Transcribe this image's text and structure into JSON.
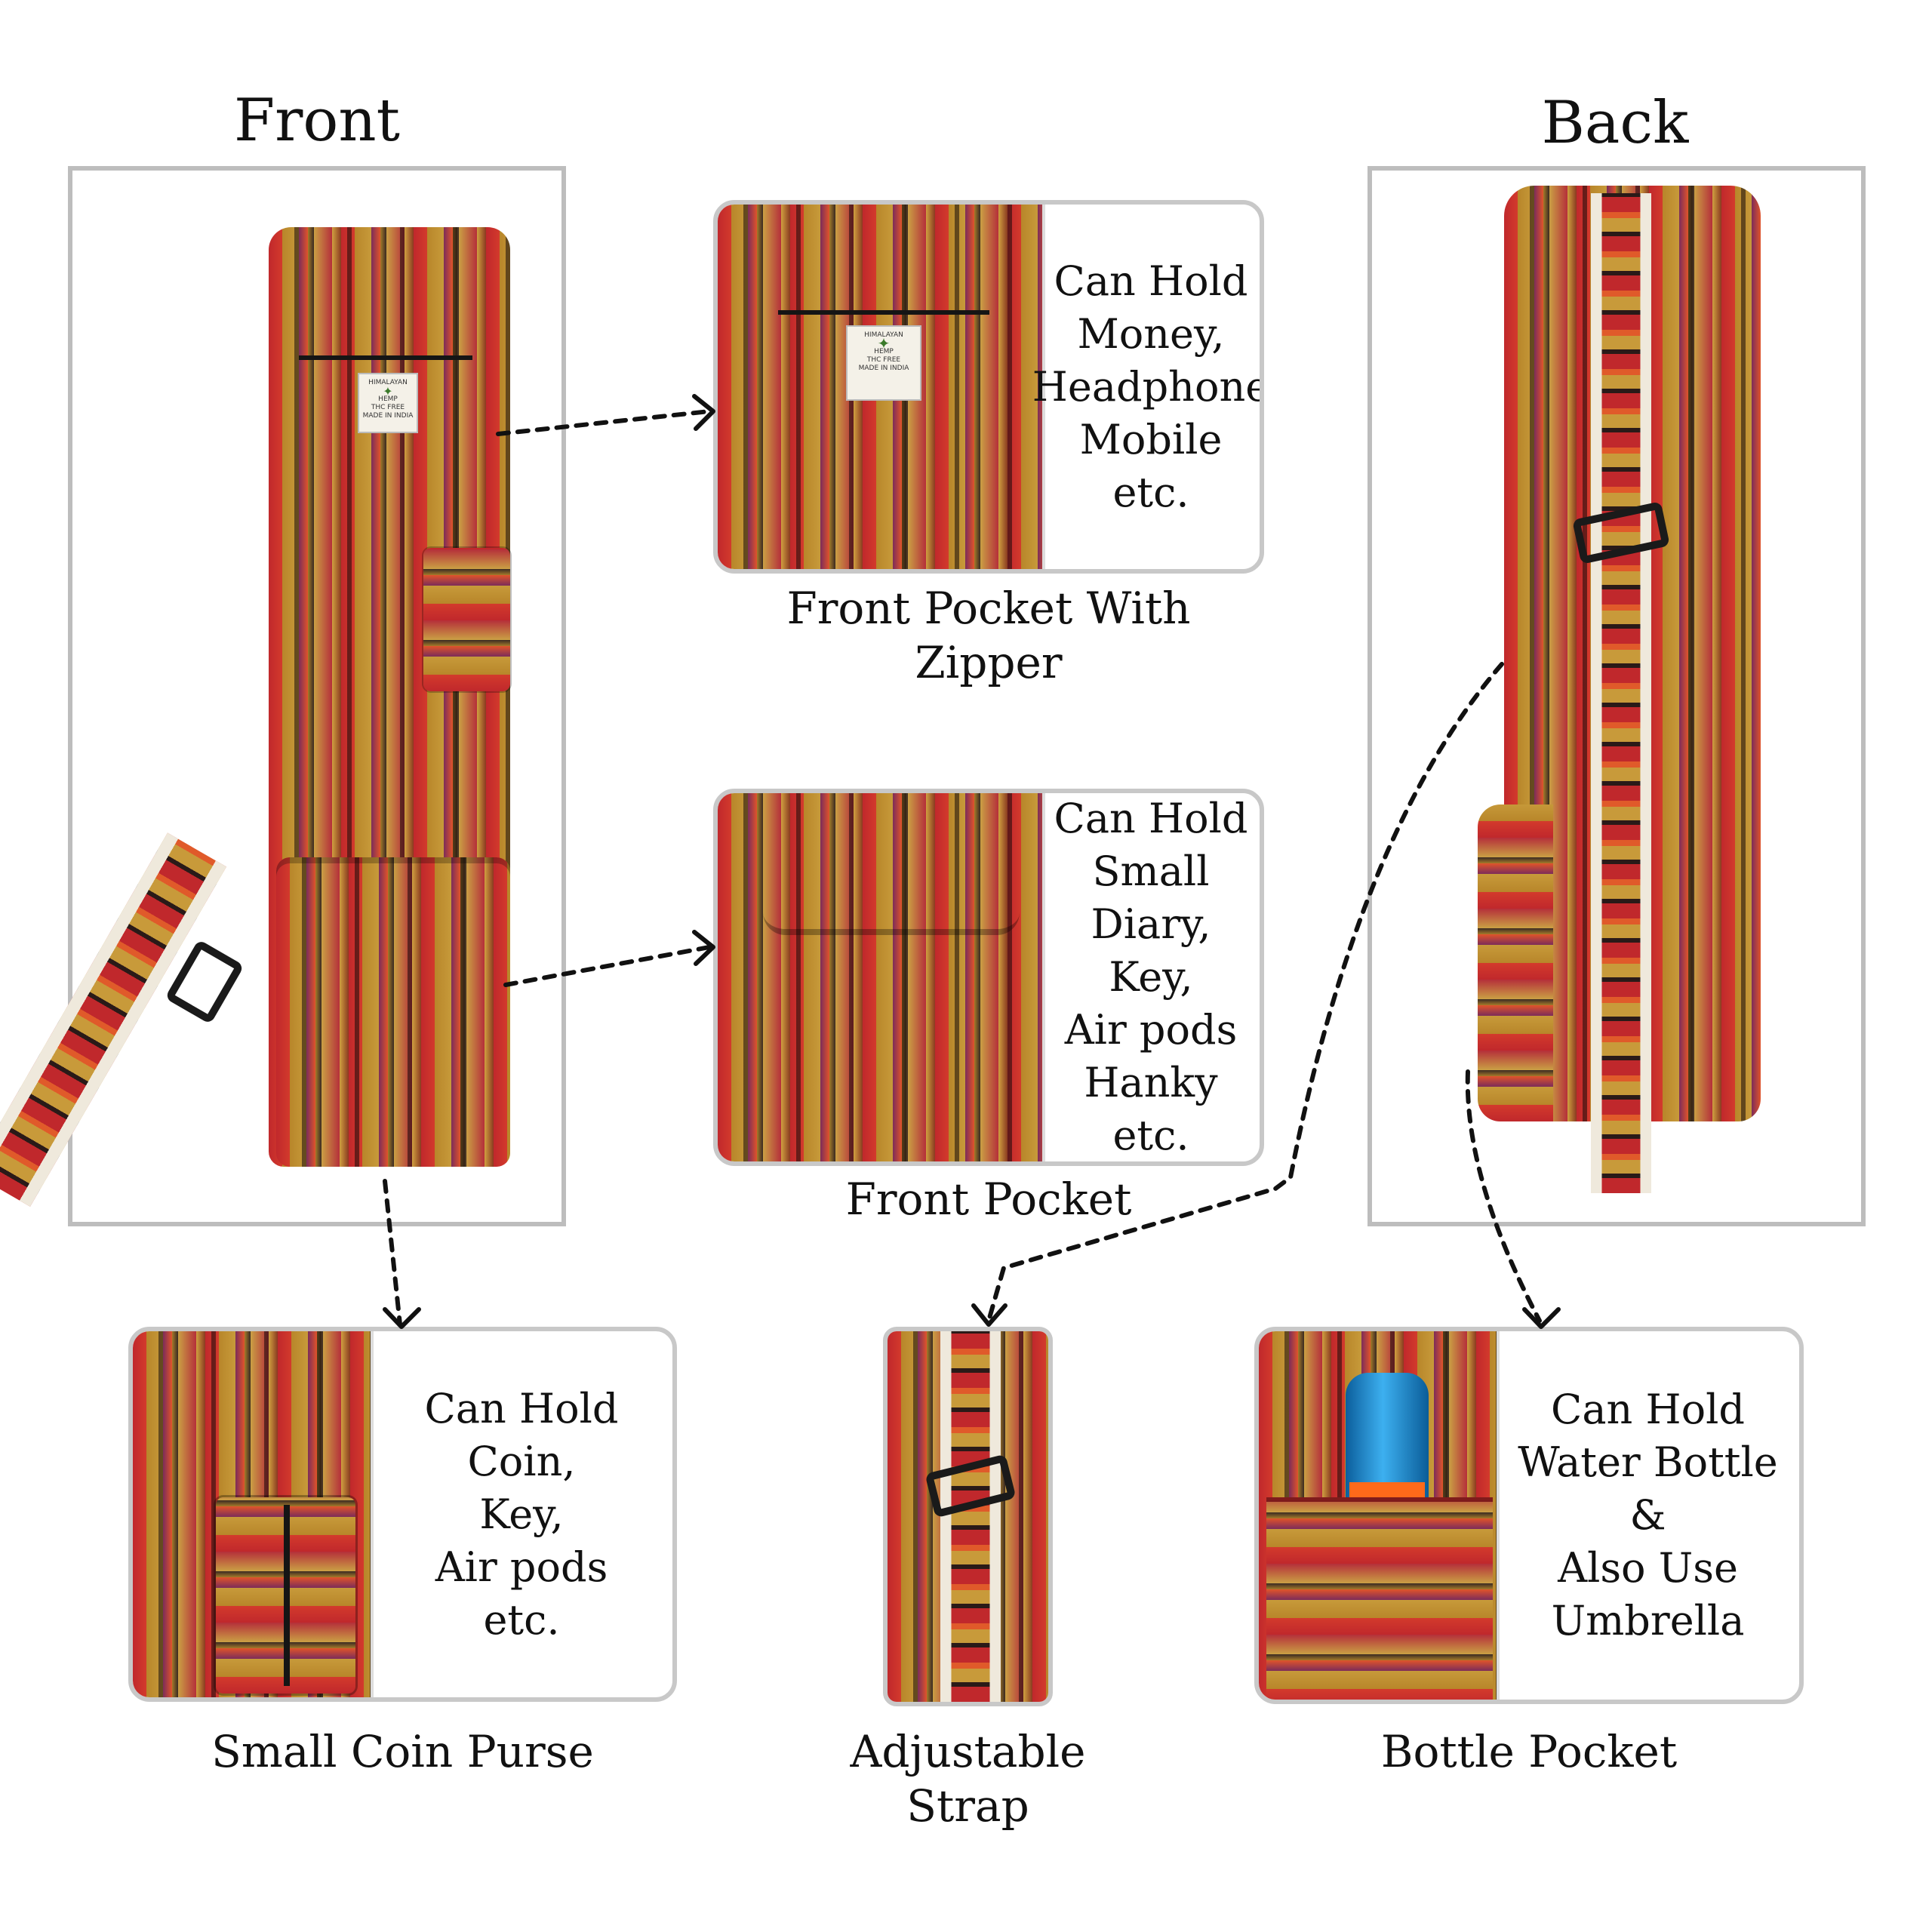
{
  "headings": {
    "front": "Front",
    "back": "Back"
  },
  "cards": {
    "zipper_pocket": {
      "lines": [
        "Can Hold",
        "Money,",
        "Headphone",
        "Mobile",
        "etc."
      ],
      "caption": "Front Pocket With Zipper"
    },
    "front_pocket": {
      "lines": [
        "Can Hold",
        "Small Diary,",
        "Key,",
        "Air pods",
        "Hanky",
        "etc."
      ],
      "caption": "Front Pocket"
    },
    "coin_purse": {
      "lines": [
        "Can Hold",
        "Coin,",
        "Key,",
        "Air pods",
        "etc."
      ],
      "caption": "Small Coin Purse"
    },
    "strap": {
      "caption_lines": [
        "Adjustable",
        "Strap"
      ]
    },
    "bottle_pocket": {
      "lines": [
        "Can Hold",
        "Water Bottle",
        "&",
        "Also Use",
        "Umbrella"
      ],
      "caption": "Bottle Pocket"
    }
  },
  "label_patch": {
    "text": [
      "HIMALAYAN",
      "HEMP",
      "THC FREE",
      "MADE IN INDIA"
    ]
  },
  "colors": {
    "frame_border": "#bdbdbd",
    "card_border": "#c8c8c8",
    "text": "#111111"
  }
}
